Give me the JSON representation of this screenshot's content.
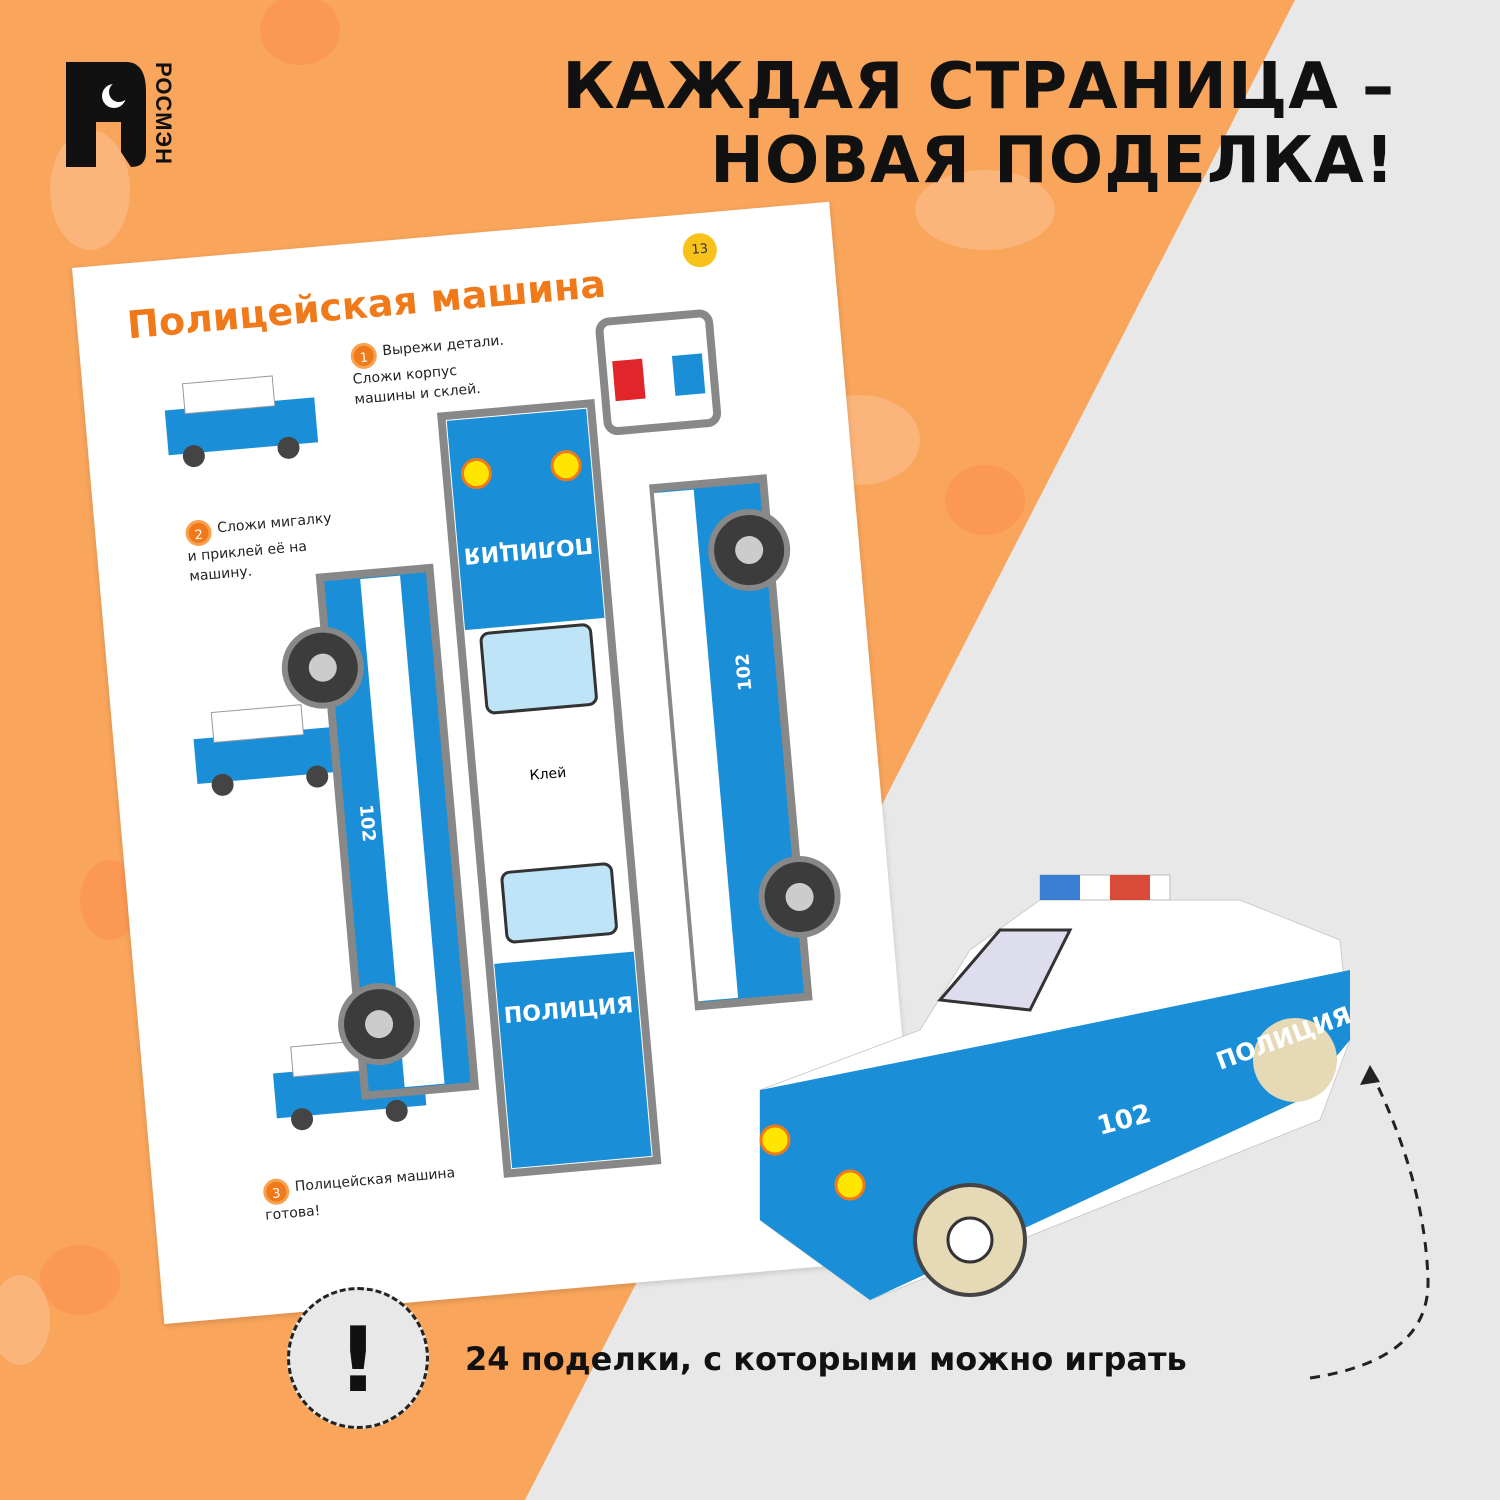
{
  "brand": {
    "name": "РОСМЭН"
  },
  "headline": {
    "line1": "КАЖДАЯ СТРАНИЦА –",
    "line2": "НОВАЯ ПОДЕЛКА!"
  },
  "page": {
    "title": "Полицейская машина",
    "number": "13",
    "steps": [
      {
        "num": "1",
        "text": "Вырежи детали. Сложи корпус машины и склей."
      },
      {
        "num": "2",
        "text": "Сложи мигалку и приклей её на машину."
      },
      {
        "num": "3",
        "text": "Полицейская машина готова!"
      }
    ],
    "template_labels": {
      "glue": "Клей",
      "police": "ПОЛИЦИЯ",
      "number": "102"
    }
  },
  "note": {
    "exclamation": "!",
    "text": "24 поделки, с которыми можно играть"
  },
  "colors": {
    "orange": "#f9a55b",
    "grey": "#e8e8e8",
    "blue": "#1a8fd8",
    "accent": "#f07a1a"
  }
}
